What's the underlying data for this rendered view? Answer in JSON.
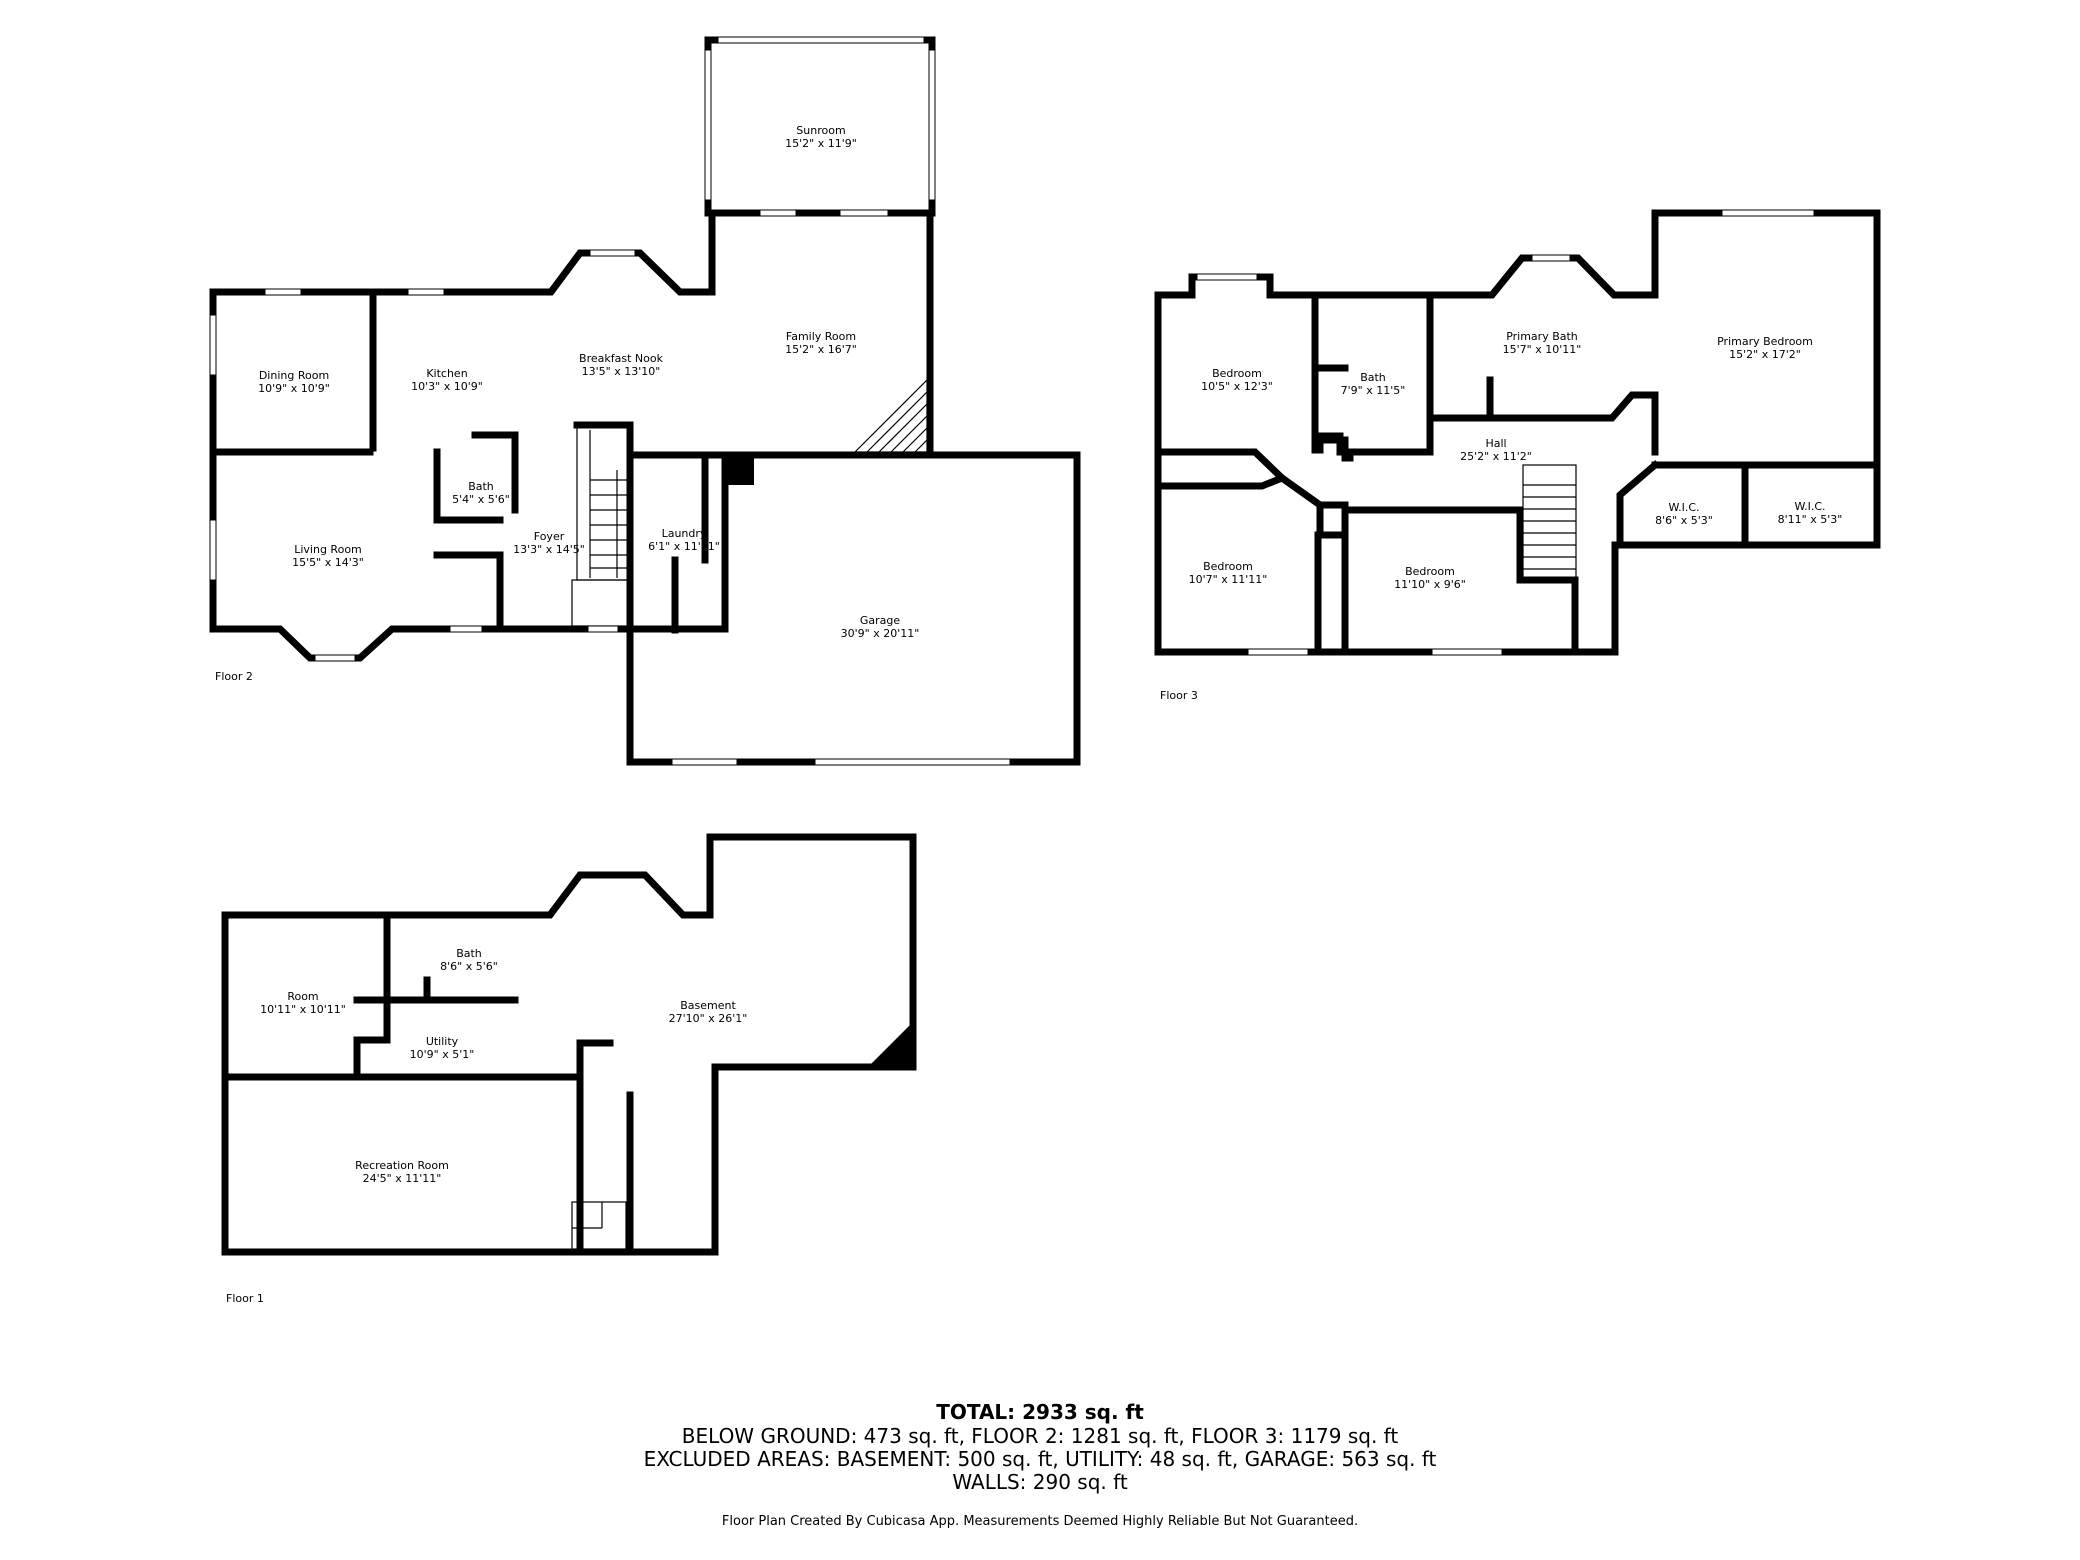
{
  "floors": {
    "floor2": {
      "label": "Floor 2",
      "rooms": {
        "dining": {
          "name": "Dining Room",
          "dim": "10'9\" x 10'9\""
        },
        "kitchen": {
          "name": "Kitchen",
          "dim": "10'3\" x 10'9\""
        },
        "breakfast": {
          "name": "Breakfast Nook",
          "dim": "13'5\" x 13'10\""
        },
        "family": {
          "name": "Family Room",
          "dim": "15'2\" x 16'7\""
        },
        "sunroom": {
          "name": "Sunroom",
          "dim": "15'2\" x 11'9\""
        },
        "living": {
          "name": "Living Room",
          "dim": "15'5\" x 14'3\""
        },
        "bath": {
          "name": "Bath",
          "dim": "5'4\" x 5'6\""
        },
        "foyer": {
          "name": "Foyer",
          "dim": "13'3\" x 14'5\""
        },
        "laundry": {
          "name": "Laundry",
          "dim": "6'1\" x 11'11\""
        },
        "garage": {
          "name": "Garage",
          "dim": "30'9\" x 20'11\""
        }
      }
    },
    "floor3": {
      "label": "Floor 3",
      "rooms": {
        "bedroom_a": {
          "name": "Bedroom",
          "dim": "10'5\" x 12'3\""
        },
        "bath": {
          "name": "Bath",
          "dim": "7'9\" x 11'5\""
        },
        "primary_bath": {
          "name": "Primary Bath",
          "dim": "15'7\" x 10'11\""
        },
        "primary_bedroom": {
          "name": "Primary Bedroom",
          "dim": "15'2\" x 17'2\""
        },
        "hall": {
          "name": "Hall",
          "dim": "25'2\" x 11'2\""
        },
        "wic_a": {
          "name": "W.I.C.",
          "dim": "8'6\" x 5'3\""
        },
        "wic_b": {
          "name": "W.I.C.",
          "dim": "8'11\" x 5'3\""
        },
        "bedroom_b": {
          "name": "Bedroom",
          "dim": "10'7\" x 11'11\""
        },
        "bedroom_c": {
          "name": "Bedroom",
          "dim": "11'10\" x 9'6\""
        }
      }
    },
    "floor1": {
      "label": "Floor 1",
      "rooms": {
        "room": {
          "name": "Room",
          "dim": "10'11\" x 10'11\""
        },
        "bath": {
          "name": "Bath",
          "dim": "8'6\" x 5'6\""
        },
        "utility": {
          "name": "Utility",
          "dim": "10'9\" x 5'1\""
        },
        "basement": {
          "name": "Basement",
          "dim": "27'10\" x 26'1\""
        },
        "recreation": {
          "name": "Recreation Room",
          "dim": "24'5\" x 11'11\""
        }
      }
    }
  },
  "summary": {
    "total": "TOTAL: 2933 sq. ft",
    "line1": "BELOW GROUND: 473 sq. ft, FLOOR 2: 1281 sq. ft, FLOOR 3: 1179 sq. ft",
    "line2": "EXCLUDED AREAS: BASEMENT: 500 sq. ft, UTILITY: 48 sq. ft, GARAGE: 563 sq. ft",
    "line3": "WALLS: 290 sq. ft",
    "footer": "Floor Plan Created By Cubicasa App. Measurements Deemed Highly Reliable But Not Guaranteed."
  }
}
